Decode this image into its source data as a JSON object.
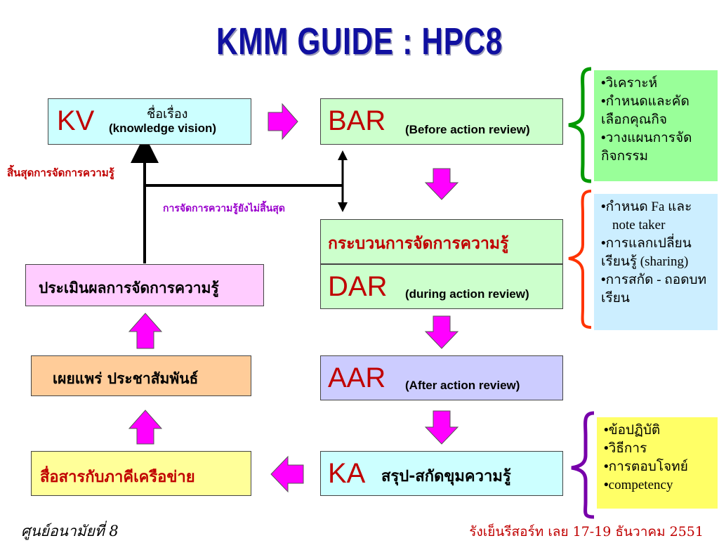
{
  "title": "KMM GUIDE : HPC8",
  "kv": {
    "abbr": "KV",
    "sub_thai": "ชื่อเรื่อง",
    "sub_en": "(knowledge vision)"
  },
  "bar": {
    "abbr": "BAR",
    "sub": "(Before action review)"
  },
  "process": {
    "label": "กระบวนการจัดการความรู้"
  },
  "dar": {
    "abbr": "DAR",
    "sub": "(during action review)"
  },
  "aar": {
    "abbr": "AAR",
    "sub": "(After action review)"
  },
  "ka": {
    "abbr": "KA",
    "sub": "สรุป-สกัดขุมความรู้"
  },
  "evaluate": {
    "label": "ประเมินผลการจัดการความรู้"
  },
  "publish": {
    "label": "เผยแพร่ ประชาสัมพันธ์"
  },
  "network": {
    "label": "สื่อสารกับภาคีเครือข่าย"
  },
  "edge_labels": {
    "end": "สิ้นสุดการจัดการความรู้",
    "not_end": "การจัดการความรู้ยังไม่สิ้นสุด"
  },
  "notes": {
    "bar": [
      "วิเคราะห์",
      "กำหนดและคัดเลือกคุณกิจ",
      "วางแผนการจัดกิจกรรม"
    ],
    "dar": [
      "กำหนด Fa และ",
      "note taker",
      "การแลกเปลี่ยนเรียนรู้ (sharing)",
      "การสกัด - ถอดบทเรียน"
    ],
    "ka": [
      "ข้อปฏิบัติ",
      "วิธีการ",
      "การตอบโจทย์",
      "competency"
    ]
  },
  "footer": {
    "left": "ศูนย์อนามัยที่ 8",
    "right": "รังเย็นรีสอร์ท เลย 17-19 ธันวาคม 2551"
  },
  "colors": {
    "title": "#1010a0",
    "kv_fill": "#ccffff",
    "green_fill": "#ccffcc",
    "pink_fill": "#ffccff",
    "orange_fill": "#ffcc99",
    "yellow_fill": "#ffff99",
    "lav_fill": "#ccccff",
    "note_green": "#99ff99",
    "note_blue": "#cceeff",
    "note_yellow": "#ffff66",
    "arrow_magenta": "#ff00ff",
    "label_red": "#c00000",
    "label_purple": "#9900cc"
  }
}
